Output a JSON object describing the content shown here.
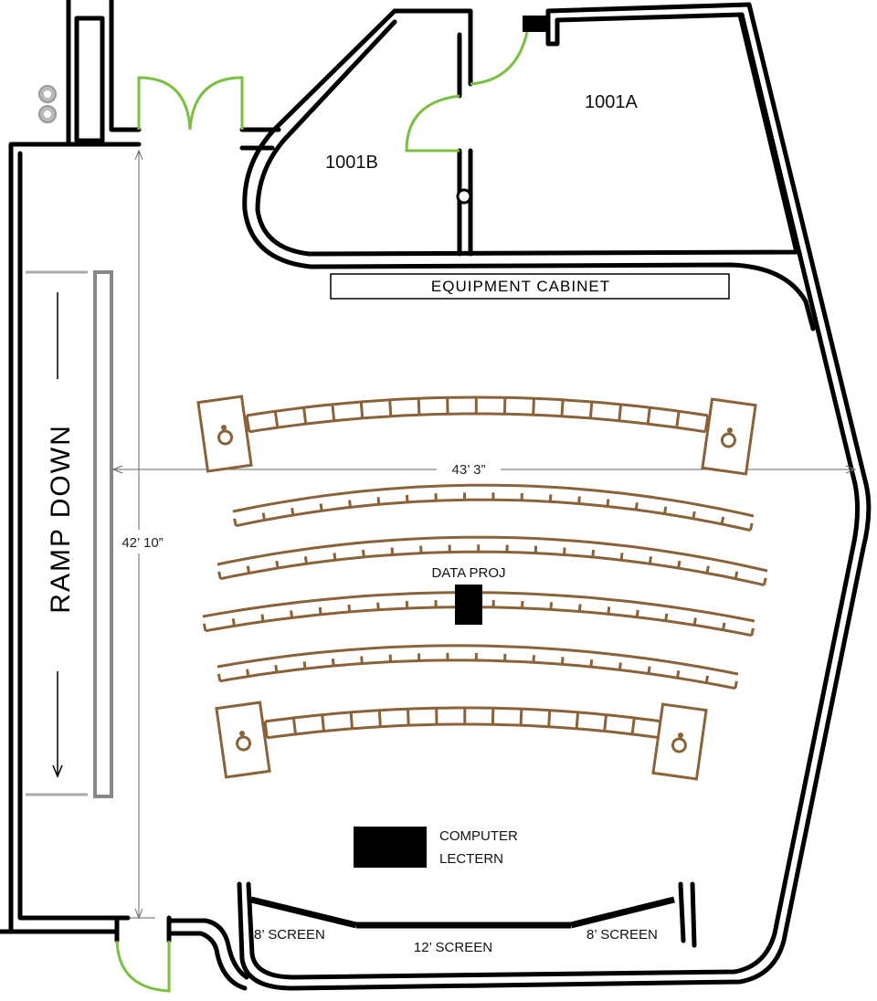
{
  "rooms": {
    "room_a": "1001A",
    "room_b": "1001B"
  },
  "labels": {
    "equipment_cabinet": "EQUIPMENT CABINET",
    "ramp": "RAMP DOWN",
    "data_projector": "DATA PROJ",
    "lectern_line1": "COMPUTER",
    "lectern_line2": "LECTERN",
    "screen_left": "8’ SCREEN",
    "screen_center": "12’ SCREEN",
    "screen_right": "8’ SCREEN"
  },
  "dimensions": {
    "width": "43’ 3”",
    "depth": "42’ 10”"
  },
  "colors": {
    "walls": "#000000",
    "doors": "#7bc043",
    "seating": "#8a6239",
    "ramp_rail": "#888888"
  }
}
